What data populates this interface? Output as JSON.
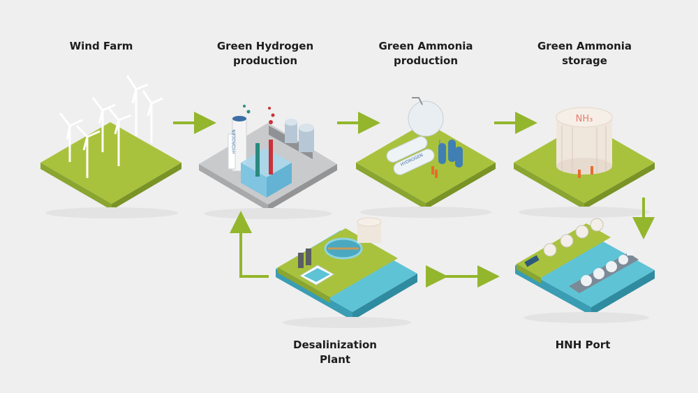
{
  "stages": [
    {
      "id": "wind",
      "title": "Wind Farm"
    },
    {
      "id": "hydrogen",
      "title": "Green Hydrogen\nproduction"
    },
    {
      "id": "ammonia",
      "title": "Green Ammonia\nproduction"
    },
    {
      "id": "storage",
      "title": "Green Ammonia\nstorage",
      "tank_label": "NH₃"
    },
    {
      "id": "port",
      "title": "HNH Port"
    },
    {
      "id": "desal",
      "title": "Desalinization\nPlant"
    }
  ],
  "tile_labels": {
    "hydrogen_tank": "HYDROGEN",
    "ammonia_tank": "HYDROGEN"
  },
  "colors": {
    "background": "#efefef",
    "grass": "#a9c23d",
    "grass_side": "#7f9a26",
    "water": "#5fc3d6",
    "arrow": "#93b62d",
    "concrete": "#c9cacc"
  }
}
